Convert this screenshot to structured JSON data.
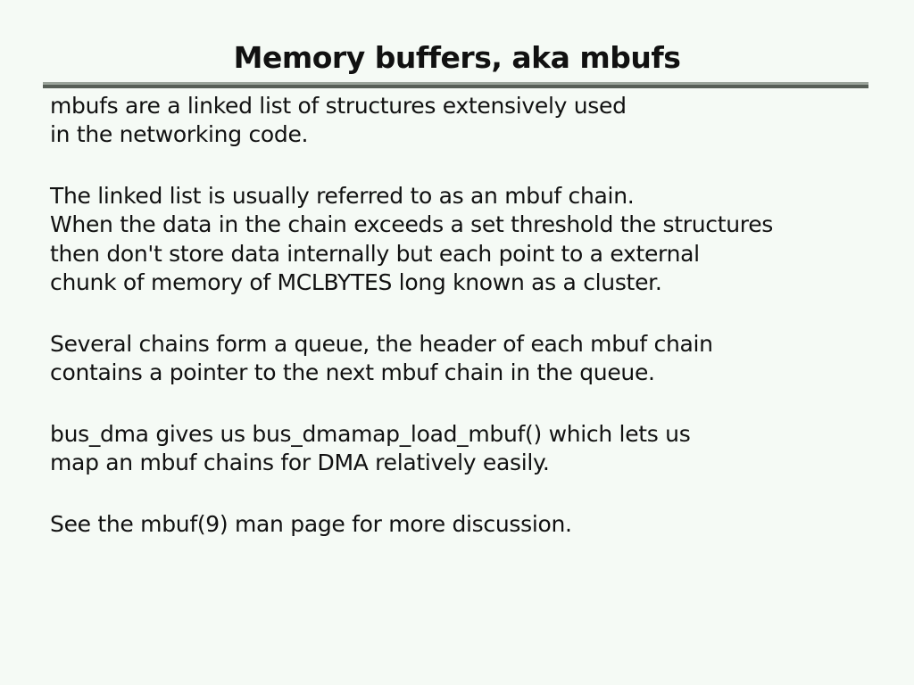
{
  "slide": {
    "title": "Memory buffers, aka mbufs",
    "paragraphs": [
      {
        "lines": [
          "mbufs are a linked list of structures extensively used",
          "in the networking code."
        ]
      },
      {
        "lines": [
          "The linked list is usually referred to as an mbuf chain.",
          "When the data in the chain exceeds a set threshold the structures",
          "then don't store data internally but each point to a external",
          "chunk of memory of MCLBYTES long known as a cluster."
        ]
      },
      {
        "lines": [
          "Several chains form a queue, the header of each mbuf chain",
          "contains a pointer to the next mbuf chain in the queue."
        ]
      },
      {
        "lines": [
          "bus_dma gives us bus_dmamap_load_mbuf() which lets us",
          "map an mbuf chains for DMA relatively easily."
        ]
      },
      {
        "lines": [
          "See the mbuf(9) man page for more discussion."
        ]
      }
    ],
    "colors": {
      "background": "#f5faf5",
      "text": "#111111",
      "rule_top": "#9aa39a",
      "rule_bottom": "#565e56"
    }
  }
}
